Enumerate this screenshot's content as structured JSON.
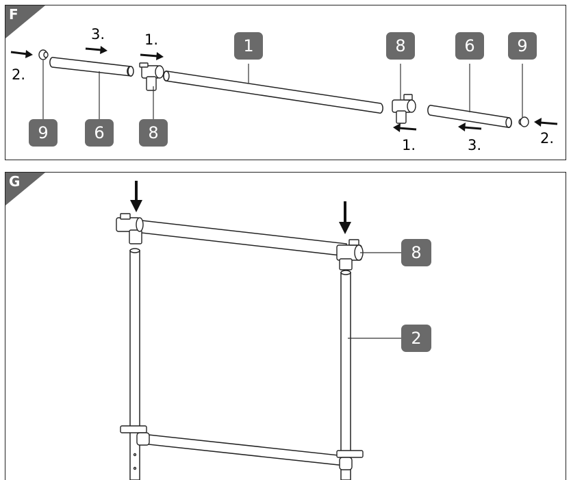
{
  "panel_f": {
    "letter": "F",
    "badges": [
      "9",
      "6",
      "8",
      "1",
      "8",
      "6",
      "9"
    ],
    "steps_left": [
      "3.",
      "1.",
      "2."
    ],
    "steps_right": [
      "1.",
      "3.",
      "2."
    ]
  },
  "panel_g": {
    "letter": "G",
    "badges": [
      "8",
      "2"
    ]
  },
  "colors": {
    "badge": "#6a6a6a",
    "outline": "#222222",
    "corner": "#666666"
  }
}
